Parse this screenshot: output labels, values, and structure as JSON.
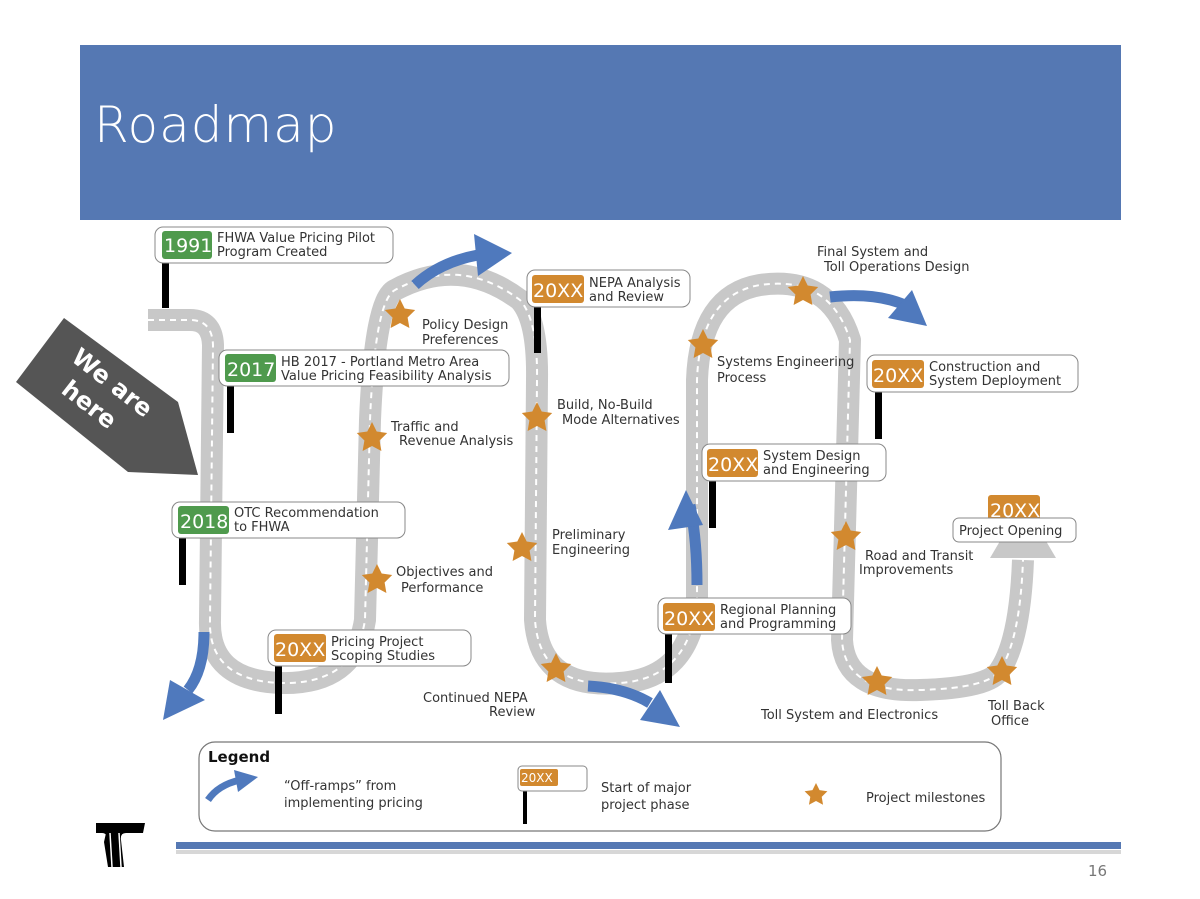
{
  "slide": {
    "title": "Roadmap",
    "page_number": "16",
    "pointer_label_line1": "We are",
    "pointer_label_line2": "here"
  },
  "colors": {
    "title_bar": "#5578b3",
    "road": "#c8c8c8",
    "offramp": "#4f79bd",
    "phase_green": "#4f9a4d",
    "phase_orange": "#d2892f",
    "star": "#d2892f",
    "pointer": "#555555"
  },
  "phases": [
    {
      "year": "1991",
      "line1": "FHWA Value Pricing Pilot",
      "line2": "Program Created",
      "status": "complete"
    },
    {
      "year": "2017",
      "line1": "HB 2017 - Portland Metro Area",
      "line2": "Value Pricing Feasibility Analysis",
      "status": "complete"
    },
    {
      "year": "2018",
      "line1": "OTC Recommendation",
      "line2": "to FHWA",
      "status": "complete"
    },
    {
      "year": "20XX",
      "line1": "Pricing Project",
      "line2": "Scoping Studies",
      "status": "future"
    },
    {
      "year": "20XX",
      "line1": "NEPA Analysis",
      "line2": "and Review",
      "status": "future"
    },
    {
      "year": "20XX",
      "line1": "Regional Planning",
      "line2": "and Programming",
      "status": "future"
    },
    {
      "year": "20XX",
      "line1": "System Design",
      "line2": "and Engineering",
      "status": "future"
    },
    {
      "year": "20XX",
      "line1": "Construction and",
      "line2": "System Deployment",
      "status": "future"
    },
    {
      "year": "20XX",
      "line1": "Project Opening",
      "line2": "",
      "status": "future"
    }
  ],
  "milestones": [
    {
      "line1": "Policy Design",
      "line2": "Preferences"
    },
    {
      "line1": "Traffic and",
      "line2": "Revenue Analysis"
    },
    {
      "line1": "Objectives and",
      "line2": "Performance"
    },
    {
      "line1": "Build, No-Build",
      "line2": "Mode Alternatives"
    },
    {
      "line1": "Preliminary",
      "line2": "Engineering"
    },
    {
      "line1": "Continued NEPA",
      "line2": "Review"
    },
    {
      "line1": "Systems Engineering",
      "line2": "Process"
    },
    {
      "line1": "Final System and",
      "line2": "Toll Operations Design"
    },
    {
      "line1": "Road and Transit",
      "line2": "Improvements"
    },
    {
      "line1": "Toll System and Electronics",
      "line2": ""
    },
    {
      "line1": "Toll Back",
      "line2": "Office"
    }
  ],
  "legend": {
    "title": "Legend",
    "offramp_line1": "“Off-ramps” from",
    "offramp_line2": "implementing pricing",
    "sign_year": "20XX",
    "phase_line1": "Start of major",
    "phase_line2": "project phase",
    "milestone_label": "Project milestones"
  }
}
